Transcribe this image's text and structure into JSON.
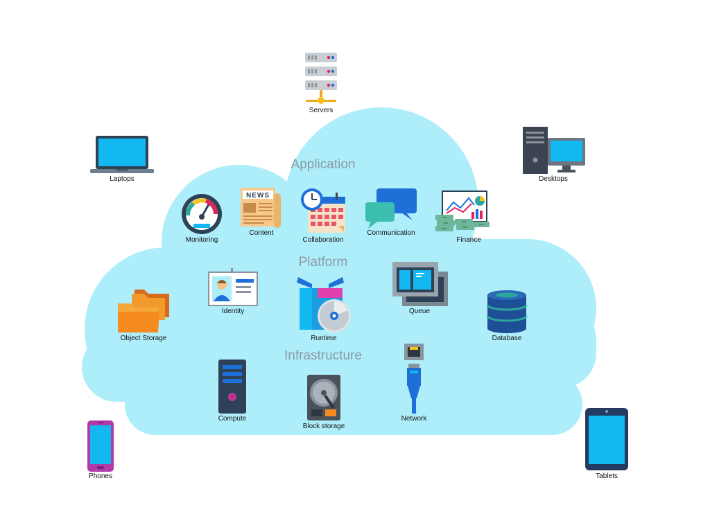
{
  "sections": {
    "application": "Application",
    "platform": "Platform",
    "infrastructure": "Infrastructure"
  },
  "devices": {
    "servers": "Servers",
    "laptops": "Laptops",
    "desktops": "Desktops",
    "phones": "Phones",
    "tablets": "Tablets"
  },
  "services": {
    "monitoring": "Monitoring",
    "content": "Content",
    "content_badge": "NEWS",
    "collaboration": "Collaboration",
    "communication": "Communication",
    "finance": "Finance",
    "identity": "Identity",
    "runtime": "Runtime",
    "queue": "Queue",
    "object_storage": "Object Storage",
    "database": "Database",
    "compute": "Compute",
    "block_storage": "Block storage",
    "network": "Network"
  },
  "colors": {
    "cloud": "#aeeefb",
    "screen": "#14b8f0",
    "label": "#111111",
    "section": "#8a9aa2"
  }
}
